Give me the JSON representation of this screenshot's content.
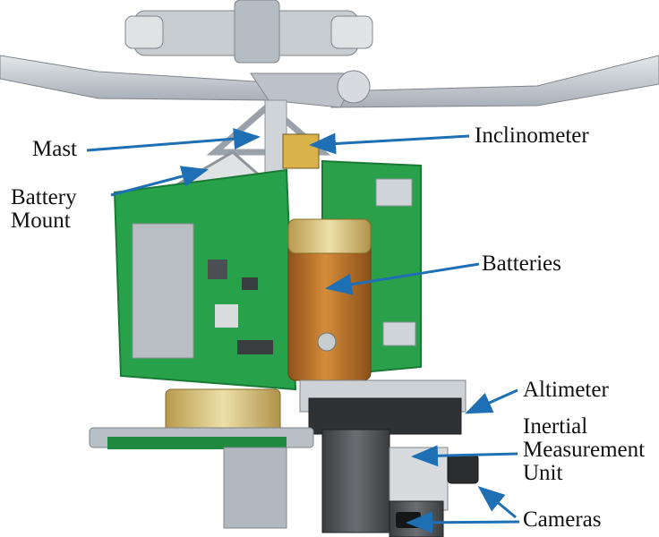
{
  "labels": {
    "mast": "Mast",
    "battery_mount": [
      "Battery",
      "Mount"
    ],
    "inclinometer": "Inclinometer",
    "batteries": "Batteries",
    "altimeter": "Altimeter",
    "imu": [
      "Inertial",
      "Measurement",
      "Unit"
    ],
    "cameras": "Cameras"
  },
  "colors": {
    "arrow": "#1f6fb4",
    "frame": "#c9ced3",
    "frame_dark": "#8d949b",
    "pcb": "#27a24a",
    "pcb_dark": "#1a7a35",
    "battery_copper": "#c27a2c",
    "battery_gold": "#d8c27a",
    "camera_body": "#4a4d50"
  },
  "icons": {
    "arrow": "arrow-right-icon",
    "image": "avionics-assembly-drawing"
  }
}
